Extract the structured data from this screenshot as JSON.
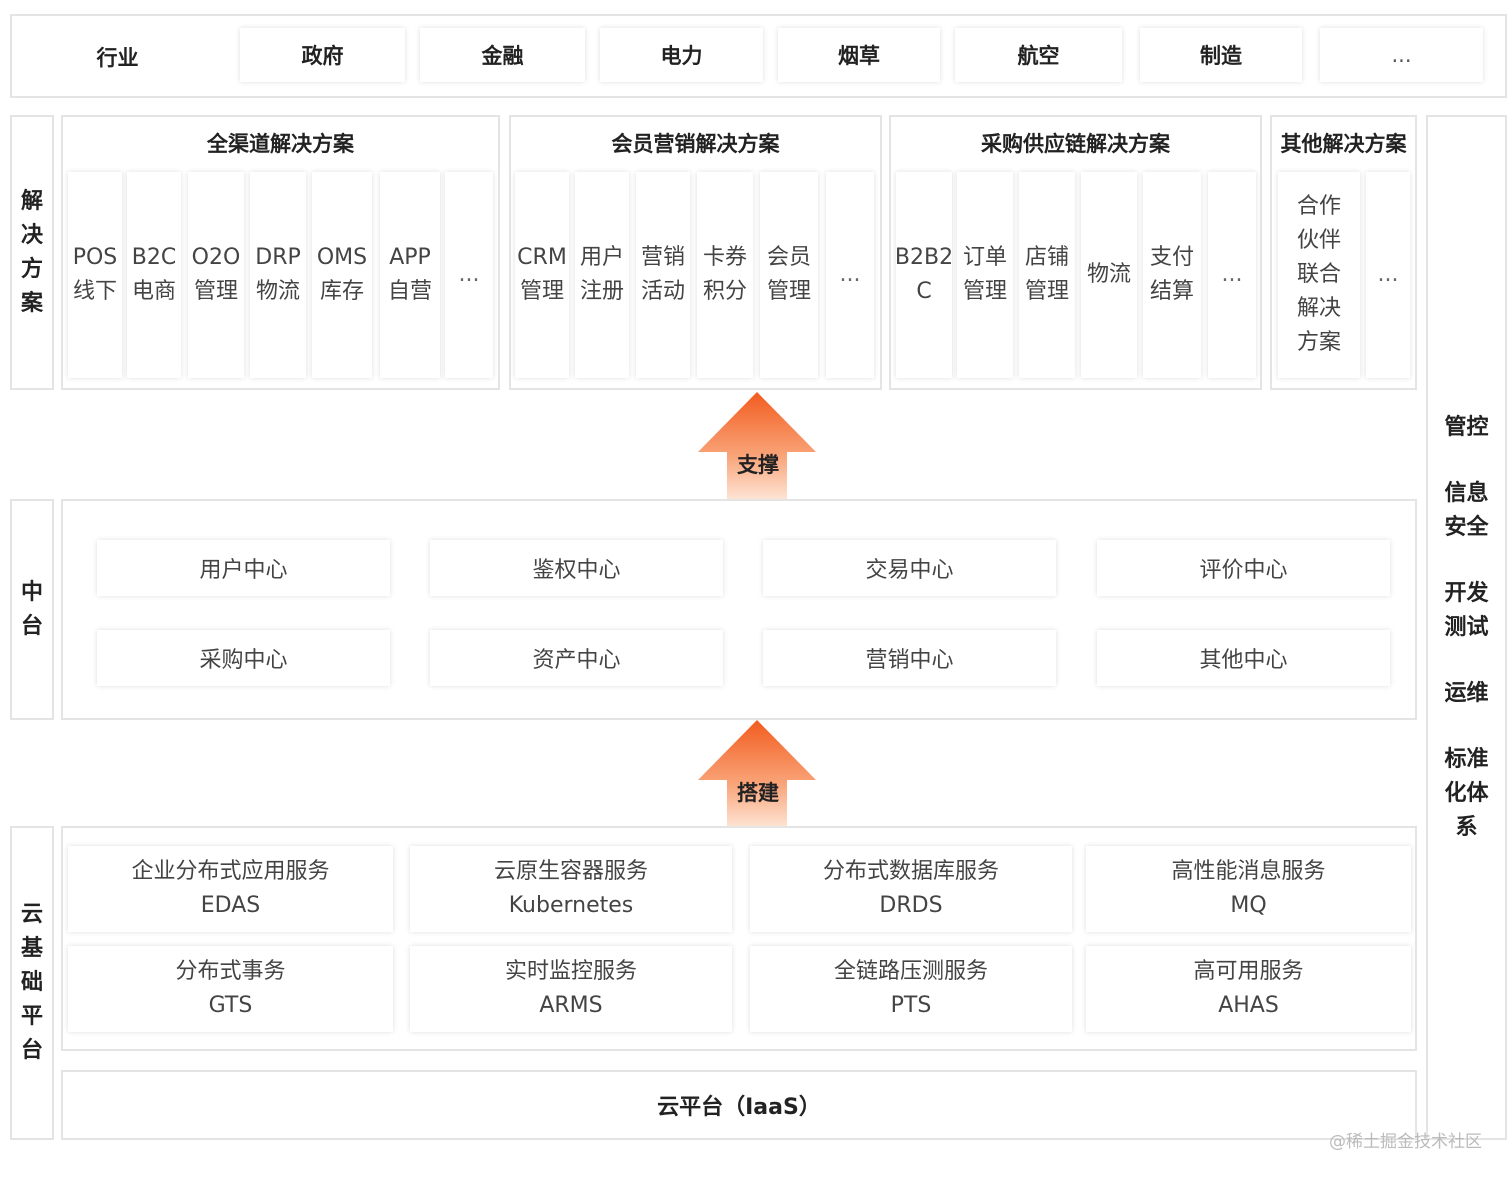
{
  "industry": {
    "label": "行业",
    "items": [
      "政府",
      "金融",
      "电力",
      "烟草",
      "航空",
      "制造",
      "..."
    ]
  },
  "solutions": {
    "side_label": [
      "解",
      "决",
      "方",
      "案"
    ],
    "groups": [
      {
        "title": "全渠道解决方案",
        "items": [
          [
            "POS",
            "线下"
          ],
          [
            "B2C",
            "电商"
          ],
          [
            "O2O",
            "管理"
          ],
          [
            "DRP",
            "物流"
          ],
          [
            "OMS",
            "库存"
          ],
          [
            "APP",
            "自营"
          ],
          [
            "..."
          ]
        ]
      },
      {
        "title": "会员营销解决方案",
        "items": [
          [
            "CRM",
            "管理"
          ],
          [
            "用户",
            "注册"
          ],
          [
            "营销",
            "活动"
          ],
          [
            "卡券",
            "积分"
          ],
          [
            "会员",
            "管理"
          ],
          [
            "..."
          ]
        ]
      },
      {
        "title": "采购供应链解决方案",
        "items": [
          [
            "B2B2",
            "C"
          ],
          [
            "订单",
            "管理"
          ],
          [
            "店铺",
            "管理"
          ],
          [
            "物流"
          ],
          [
            "支付",
            "结算"
          ],
          [
            "..."
          ]
        ]
      },
      {
        "title": "其他解决方案",
        "items": [
          [
            "合作",
            "伙伴",
            "联合",
            "解决",
            "方案"
          ],
          [
            "..."
          ]
        ]
      }
    ]
  },
  "arrows": {
    "support": "支撑",
    "build": "搭建"
  },
  "middle": {
    "side_label": [
      "中",
      "台"
    ],
    "centers": [
      "用户中心",
      "鉴权中心",
      "交易中心",
      "评价中心",
      "采购中心",
      "资产中心",
      "营销中心",
      "其他中心"
    ]
  },
  "cloud": {
    "side_label": [
      "云",
      "基",
      "础",
      "平",
      "台"
    ],
    "services": [
      {
        "name": "企业分布式应用服务",
        "code": "EDAS"
      },
      {
        "name": "云原生容器服务",
        "code": "Kubernetes"
      },
      {
        "name": "分布式数据库服务",
        "code": "DRDS"
      },
      {
        "name": "高性能消息服务",
        "code": "MQ"
      },
      {
        "name": "分布式事务",
        "code": "GTS"
      },
      {
        "name": "实时监控服务",
        "code": "ARMS"
      },
      {
        "name": "全链路压测服务",
        "code": "PTS"
      },
      {
        "name": "高可用服务",
        "code": "AHAS"
      }
    ],
    "iaas": "云平台（IaaS）"
  },
  "governance": [
    [
      "管控"
    ],
    [
      "信息",
      "安全"
    ],
    [
      "开发",
      "测试"
    ],
    [
      "运维"
    ],
    [
      "标准",
      "化体",
      "系"
    ]
  ],
  "watermark": "@稀土掘金技术社区",
  "colors": {
    "arrow_top": "#f25c1f",
    "arrow_bottom": "#fff4ec",
    "border": "#e4e4e4"
  }
}
